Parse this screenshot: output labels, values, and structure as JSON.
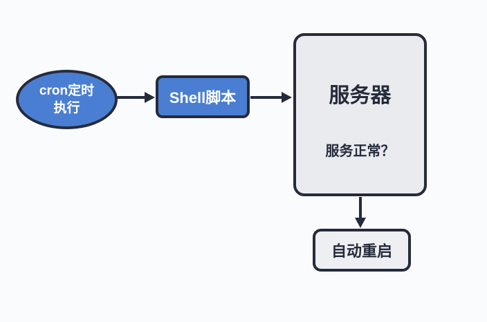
{
  "diagram": {
    "type": "flowchart",
    "nodes": {
      "cron": {
        "shape": "ellipse",
        "label_line1": "cron定时",
        "label_line2": "执行"
      },
      "shell": {
        "shape": "rounded-rect",
        "label": "Shell脚本"
      },
      "server": {
        "shape": "rounded-rect",
        "title": "服务器",
        "subtitle": "服务正常？"
      },
      "restart": {
        "shape": "rounded-rect",
        "label": "自动重启"
      }
    },
    "edges": [
      {
        "from": "cron",
        "to": "shell",
        "direction": "right"
      },
      {
        "from": "shell",
        "to": "server",
        "direction": "right"
      },
      {
        "from": "server",
        "to": "restart",
        "direction": "down"
      }
    ],
    "colors": {
      "background": "#fafbfd",
      "node_blue": "#4a7ed2",
      "stroke_dark": "#252b3b",
      "server_fill": "#e9ebef",
      "restart_fill": "#edeff3",
      "text_light": "#ffffff",
      "text_dark": "#252b3b"
    }
  }
}
